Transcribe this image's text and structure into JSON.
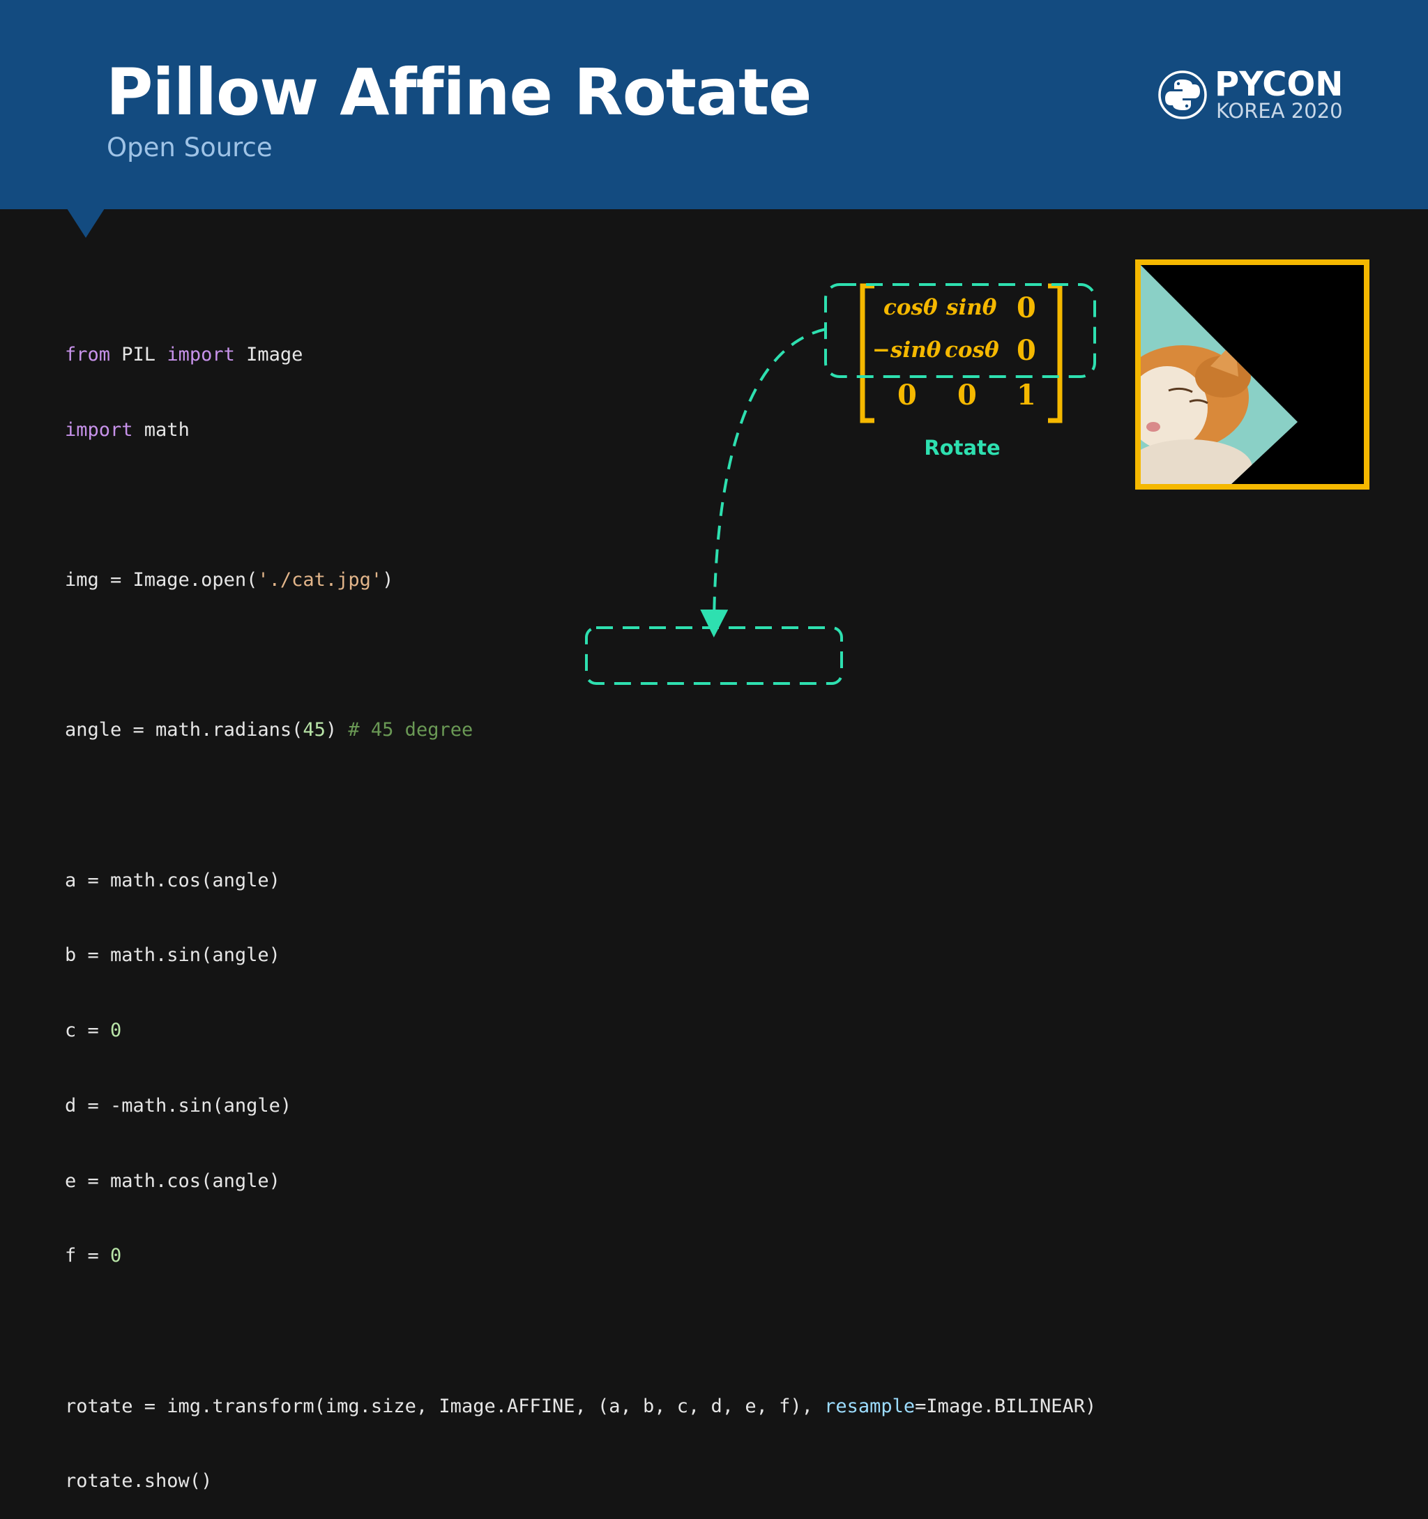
{
  "slide": {
    "title": "Pillow Affine Rotate",
    "subtitle": "Open Source"
  },
  "logo": {
    "word": "PYCON",
    "sub": "KOREA 2020"
  },
  "code": {
    "l1": {
      "k1": "from",
      "t1": " PIL ",
      "k2": "import",
      "t2": " Image"
    },
    "l2": {
      "k1": "import",
      "t1": " math"
    },
    "l4": {
      "t1": "img = Image.open(",
      "s1": "'./cat.jpg'",
      "t2": ")"
    },
    "l6": {
      "t1": "angle = math.radians(",
      "n1": "45",
      "t2": ") ",
      "c1": "# 45 degree"
    },
    "l8": {
      "t1": "a = math.cos(angle)"
    },
    "l9": {
      "t1": "b = math.sin(angle)"
    },
    "l10": {
      "t1": "c = ",
      "n1": "0"
    },
    "l11": {
      "t1": "d = -math.sin(angle)"
    },
    "l12": {
      "t1": "e = math.cos(angle)"
    },
    "l13": {
      "t1": "f = ",
      "n1": "0"
    },
    "l15": {
      "t1": "rotate = img.transform(img.size, Image.AFFINE, (a, b, c, d, e, f), ",
      "p1": "resample",
      "t2": "=Image.BILINEAR)"
    },
    "l16": {
      "t1": "rotate.show()"
    }
  },
  "matrix": {
    "r1c1": "cosθ",
    "r1c2": "sinθ",
    "r1c3": "0",
    "r2c1": "−sinθ",
    "r2c2": "cosθ",
    "r2c3": "0",
    "r3c1": "0",
    "r3c2": "0",
    "r3c3": "1",
    "label": "Rotate"
  },
  "colors": {
    "header": "#134b80",
    "background": "#141414",
    "accent_green": "#2ee0b0",
    "accent_yellow": "#f5b800"
  },
  "icons": {
    "logo": "python-logo-icon",
    "preview": "rotated-cat-image"
  }
}
